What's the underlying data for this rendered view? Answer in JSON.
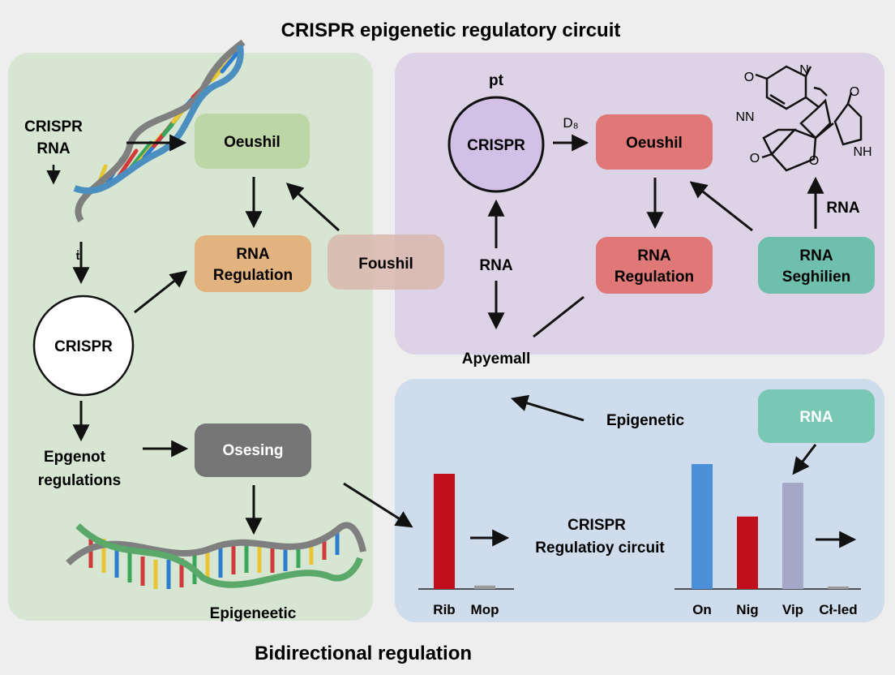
{
  "title": "CRISPR epigenetic regulatory circuit",
  "footer": "Bidirectional regulation",
  "colors": {
    "background": "#eeeeee",
    "left_panel": "#d6e6d2",
    "right_top_panel": "#ddd3e6",
    "right_bottom_panel": "#cfdceb",
    "green_box": "#bcd6a6",
    "orange_box": "#e2b27f",
    "pink_box": "#d9b7ad",
    "gray_box": "#767676",
    "purple_circle": "#d2c0e6",
    "red_box": "#e07878",
    "teal_box": "#6fbfae",
    "teal_box_light": "#78c8b3",
    "bar_red": "#c0101c",
    "bar_blue": "#4a90d9",
    "bar_lavender": "#a4a7c6",
    "bar_gray": "#9a9a9a"
  },
  "left": {
    "crispr_rna_label_1": "CRISPR",
    "crispr_rna_label_2": "RNA",
    "small_mark": "ṫ",
    "oeushil": "Oeushil",
    "rna_regulation_1": "RNA",
    "rna_regulation_2": "Regulation",
    "crispr_circle": "CRISPR",
    "epgenot_1": "Epgenot",
    "epgenot_2": "regulations",
    "osesing": "Osesing",
    "epigeneetic": "Epigeneetic"
  },
  "bridge": {
    "foushil": "Foushil"
  },
  "right_top": {
    "pt_label": "pt",
    "crispr_circle": "CRISPR",
    "d_label": "D₈",
    "oeushil": "Oeushil",
    "rna_label": "RNA",
    "rna_regulation_1": "RNA",
    "rna_regulation_2": "Regulation",
    "rna_seghilien_1": "RNA",
    "rna_seghilien_2": "Seghilien",
    "rna_up_label": "RNA",
    "apyemall": "Apyemall",
    "molecule": {
      "o_top": "O",
      "n_top": "N",
      "o_right": "O",
      "nn": "NN",
      "o_left": "O",
      "o_mid": "O",
      "nh": "NH"
    }
  },
  "right_bottom": {
    "epigenetic_label": "Epigenetic",
    "rna_box": "RNA",
    "center_1": "CRISPR",
    "center_2": "Regulatioy circuit"
  },
  "chart_data": [
    {
      "type": "bar",
      "categories": [
        "Rib",
        "Mop"
      ],
      "values": [
        100,
        3
      ],
      "ylim": [
        0,
        105
      ],
      "colors": [
        "#c0101c",
        "#9a9a9a"
      ]
    },
    {
      "type": "bar",
      "categories": [
        "On",
        "Nig",
        "Vip",
        "Cł-led"
      ],
      "values": [
        100,
        58,
        85,
        2
      ],
      "ylim": [
        0,
        105
      ],
      "colors": [
        "#4a90d9",
        "#c0101c",
        "#a4a7c6",
        "#9a9a9a"
      ]
    }
  ]
}
